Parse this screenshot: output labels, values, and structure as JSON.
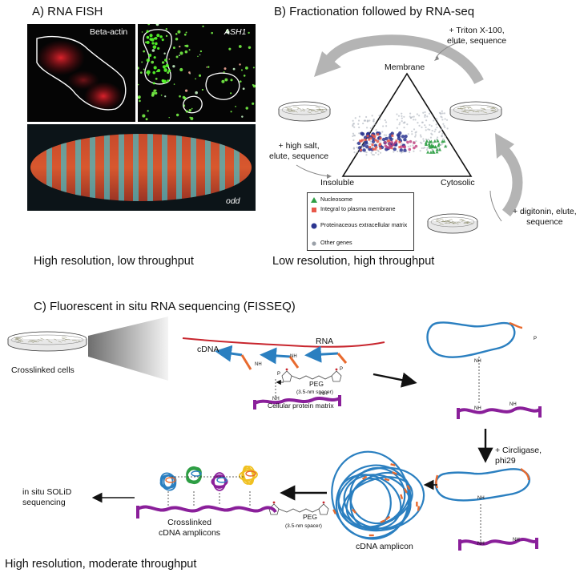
{
  "panel_a": {
    "title": "A) RNA FISH",
    "labels": [
      "Beta-actin",
      "ASH1",
      "odd"
    ],
    "caption": "High resolution, low throughput"
  },
  "panel_b": {
    "title": "B) Fractionation followed by RNA-seq",
    "vertices": {
      "top": "Membrane",
      "left": "Insoluble",
      "right": "Cytosolic"
    },
    "steps": {
      "triton": [
        "+ Triton X-100,",
        "elute, sequence"
      ],
      "salt": [
        "+ high salt,",
        "elute, sequence"
      ],
      "digitonin": [
        "+ digitonin, elute,",
        "sequence"
      ]
    },
    "legend": [
      {
        "label": "Nucleosome",
        "color": "#2e9e44",
        "marker": "triangle"
      },
      {
        "label": "Integral to plasma membrane",
        "color": "#e8584a",
        "marker": "square"
      },
      {
        "label": "Proteinaceous extracellular matrix",
        "color": "#2b3590",
        "marker": "circle"
      },
      {
        "label": "Other genes",
        "color": "#9aa0a8",
        "marker": "circle"
      }
    ],
    "caption": "Low resolution, high throughput"
  },
  "panel_c": {
    "title": "C) Fluorescent in situ RNA sequencing (FISSEQ)",
    "crosslinked_cells": "Crosslinked cells",
    "rna": "RNA",
    "cdna": "cDNA",
    "peg": "PEG",
    "spacer": "(3.5-nm spacer)",
    "matrix": "Cellular protein matrix",
    "circligase": [
      "+ Circligase,",
      "phi29"
    ],
    "amplicon": "cDNA amplicon",
    "crosslinked_amplicons": [
      "Crosslinked",
      "cDNA amplicons"
    ],
    "solid": [
      "in situ SOLiD",
      "sequencing"
    ],
    "nh": "NH",
    "p": "P",
    "caption": "High resolution, moderate throughput"
  },
  "colors": {
    "rna_red": "#c8262e",
    "cdna_blue": "#2a7fc0",
    "primer_orange": "#e86a2e",
    "matrix_purple": "#8a1f9a",
    "arrow_gray": "#b4b4b4"
  }
}
